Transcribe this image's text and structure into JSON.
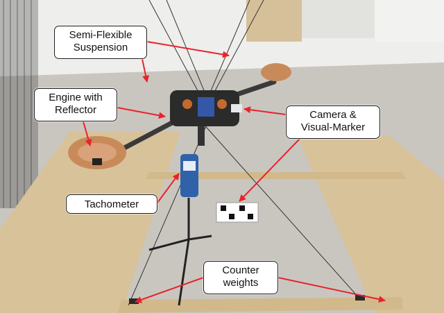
{
  "labels": {
    "suspension": {
      "line1": "Semi-Flexible",
      "line2": "Suspension"
    },
    "engine": {
      "line1": "Engine with",
      "line2": "Reflector"
    },
    "camera": {
      "line1": "Camera &",
      "line2": "Visual-Marker"
    },
    "tachometer": {
      "line1": "Tachometer"
    },
    "counterweights": {
      "line1": "Counter",
      "line2": "weights"
    }
  },
  "colors": {
    "arrow": "#e8232a",
    "floor": "#c9c6c0",
    "wall": "#eeeeec",
    "board": "#d8c29a",
    "drone_body": "#2b2b2b",
    "reflector": "#c98a5a",
    "tachometer": "#2f62a8"
  }
}
